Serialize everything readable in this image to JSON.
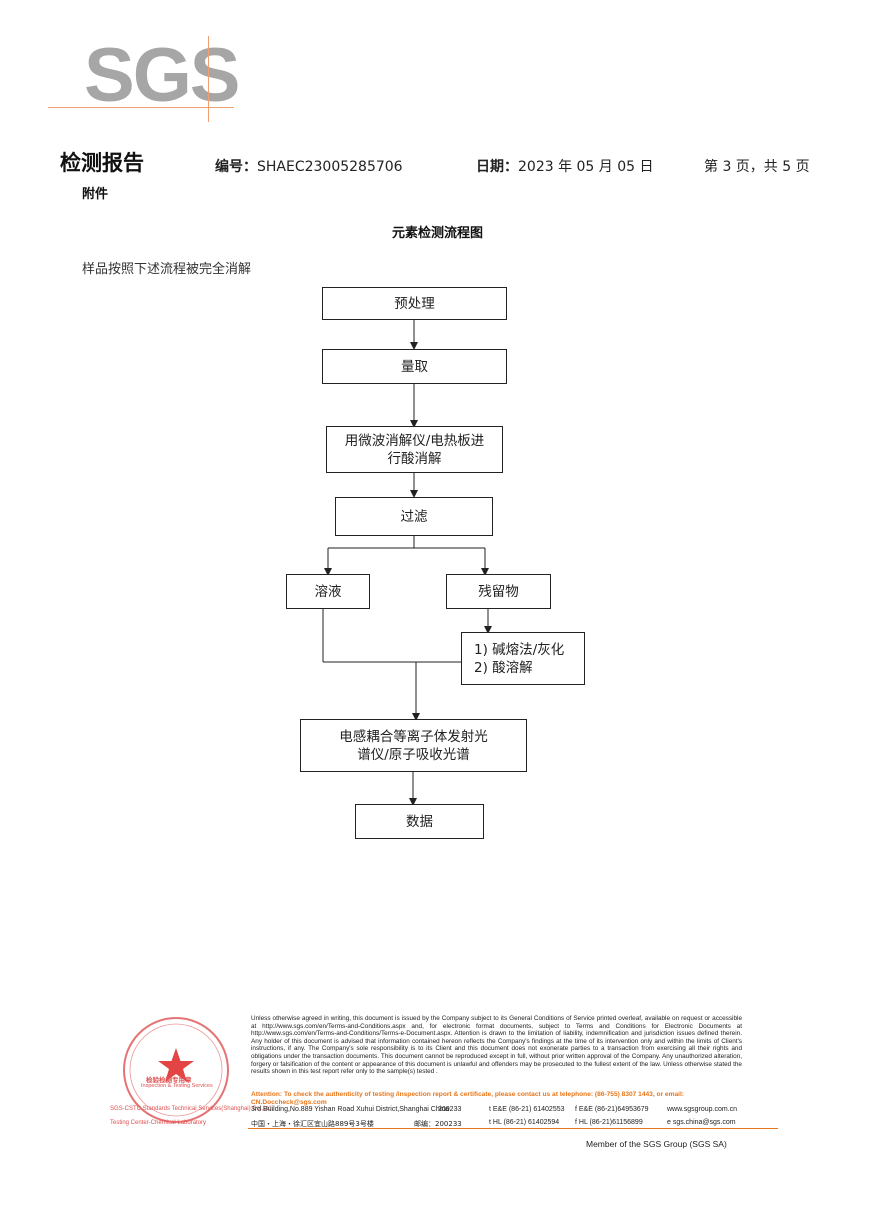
{
  "logo": {
    "text": "SGS"
  },
  "header": {
    "title": "检测报告",
    "number_label": "编号：",
    "number_value": "SHAEC23005285706",
    "date_label": "日期：",
    "date_value": "2023 年 05 月 05 日",
    "page": "第 3 页，共 5 页",
    "attachment": "附件"
  },
  "flowchart": {
    "title": "元素检测流程图",
    "intro": "样品按照下述流程被完全消解",
    "steps": {
      "pretreatment": "预处理",
      "measure": "量取",
      "digestion": "用微波消解仪/电热板进\n行酸消解",
      "filter": "过滤",
      "solution": "溶液",
      "residue": "残留物",
      "residue_treatment": "1) 碱熔法/灰化\n2) 酸溶解",
      "analysis": "电感耦合等离子体发射光\n谱仪/原子吸收光谱",
      "data": "数据"
    }
  },
  "footer": {
    "disclaimer": "Unless otherwise agreed in writing, this document is issued by the Company subject to its General Conditions of Service printed overleaf, available on request or accessible at http://www.sgs.com/en/Terms-and-Conditions.aspx and, for electronic format documents, subject to Terms and Conditions for Electronic Documents at http://www.sgs.com/en/Terms-and-Conditions/Terms-e-Document.aspx. Attention is drawn to the limitation of liability, indemnification and jurisdiction issues defined therein. Any holder of this document is advised that information contained hereon reflects the Company's findings at the time of its intervention only and within the limits of Client's instructions, if any. The Company's sole responsibility is to its Client and this document does not exonerate parties to a transaction from exercising all their rights and obligations under the transaction documents. This document cannot be reproduced except in full, without prior written approval of the Company. Any unauthorized alteration, forgery or falsification of the content or appearance of this document is unlawful and offenders may be prosecuted to the fullest extent of the law. Unless otherwise stated the results shown in this test report refer only to the sample(s) tested .",
    "attention": "Attention: To check the authenticity of testing /inspection report & certificate, please contact us at telephone: (86-755) 8307 1443, or email: CN.Doccheck@sgs.com",
    "address_en": "3rd Building,No.889 Yishan Road Xuhui District,Shanghai China",
    "postcode_en": "200233",
    "phone1_en": "t E&E (86-21) 61402553",
    "fax1_en": "f E&E (86-21)64953679",
    "web": "www.sgsgroup.com.cn",
    "address_cn": "中国・上海・徐汇区宜山路889号3号楼",
    "postcode_cn": "邮编：200233",
    "phone2": "t HL (86-21) 61402594",
    "fax2": "f HL (86-21)61156899",
    "email": "e sgs.china@sgs.com",
    "member": "Member of the SGS Group (SGS SA)",
    "stamp_company_line1": "SGS-CSTC Standards Technical Services(Shanghai) Co.,Ltd.",
    "stamp_company_line2": "Testing Center-Chemical Laboratory",
    "stamp_label_cn": "检验检测专用章",
    "stamp_label_en": "Inspection & Testing Services"
  }
}
